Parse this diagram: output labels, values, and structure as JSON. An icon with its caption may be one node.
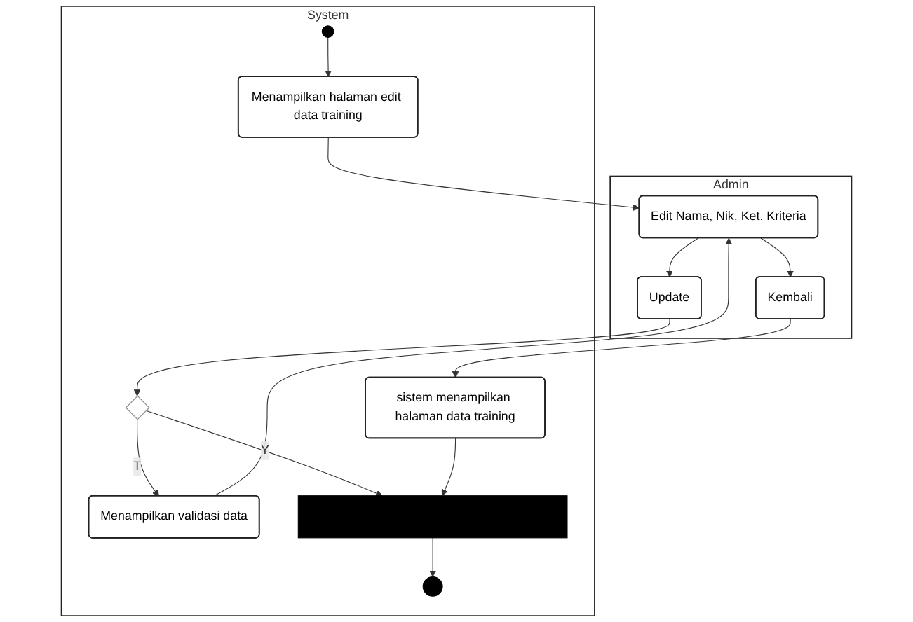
{
  "diagram": {
    "nodes": [
      {
        "text": [
          "Admin"
        ]
      },
      {
        "text": [
          "System"
        ]
      },
      {
        "text": [],
        "shape": "circle",
        "in": 1
      },
      {
        "text": [
          "Menampilkan halaman edit data training"
        ],
        "in": 1
      },
      {
        "text": [
          "Edit Nama, Nik, Ket. Kriteria"
        ],
        "in": 0
      },
      {
        "text": [
          "Menampilkan validasi data"
        ],
        "in": 1
      },
      {
        "text": [
          "Kembali"
        ],
        "in": 0
      },
      {
        "text": [
          "Update"
        ],
        "in": 0
      },
      {
        "text": [],
        "shape": "diamond",
        "in": 1
      },
      {
        "text": [
          "sistem menampilkan halaman data training"
        ],
        "in": 1
      },
      {
        "text": [],
        "shape": "bar",
        "in": 1
      },
      {
        "text": [],
        "shape": "circle",
        "in": 1
      }
    ],
    "edges": [
      {
        "from": 2,
        "to": 3,
        "arrow": "to"
      },
      {
        "from": 3,
        "to": 4,
        "arrow": "to"
      },
      {
        "from": 5,
        "to": 4,
        "arrow": "to"
      },
      {
        "from": 4,
        "to": 6,
        "arrow": "to"
      },
      {
        "from": 4,
        "to": 7,
        "arrow": "to"
      },
      {
        "from": 7,
        "to": 8,
        "arrow": "to"
      },
      {
        "from": 8,
        "to": 5,
        "arrow": "to",
        "label": "T"
      },
      {
        "from": 8,
        "to": 10,
        "arrow": "to",
        "label": "Y"
      },
      {
        "from": 6,
        "to": 9,
        "arrow": "to"
      },
      {
        "from": 9,
        "to": 10,
        "arrow": "to"
      },
      {
        "from": 10,
        "to": 11,
        "arrow": "to"
      }
    ]
  }
}
